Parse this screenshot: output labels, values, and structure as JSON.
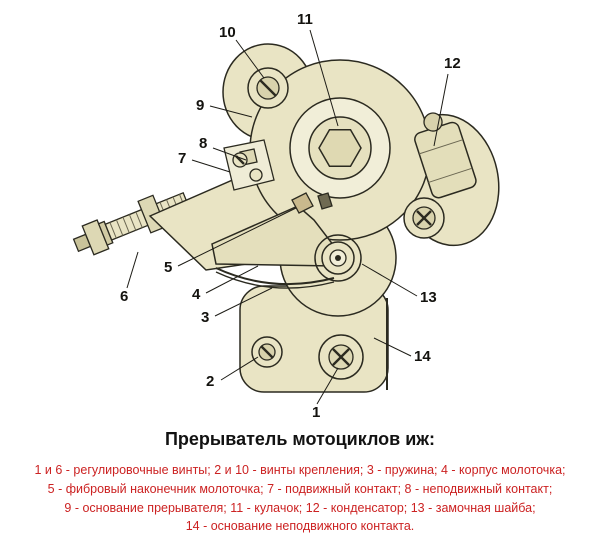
{
  "title": "Прерыватель мотоциклов иж:",
  "caption": {
    "color": "#cc2222",
    "lines": [
      "1 и 6 - регулировочные винты; 2 и 10 - винты крепления; 3 - пружина; 4 - корпус молоточка;",
      "5 - фибровый наконечник молоточка; 7 - подвижный контакт; 8 - неподвижный контакт;",
      "9 - основание прерывателя; 11 - кулачок; 12 - конденсатор; 13 - замочная шайба;",
      "14 - основание неподвижного контакта."
    ]
  },
  "diagram": {
    "parts_fill": "#e9e4c4",
    "labels": [
      "1",
      "2",
      "3",
      "4",
      "5",
      "6",
      "7",
      "8",
      "9",
      "10",
      "11",
      "12",
      "13",
      "14"
    ],
    "part_names": {
      "1": "регулировочный винт",
      "2": "винт крепления",
      "3": "пружина",
      "4": "корпус молоточка",
      "5": "фибровый наконечник молоточка",
      "6": "регулировочный винт",
      "7": "подвижный контакт",
      "8": "неподвижный контакт",
      "9": "основание прерывателя",
      "10": "винт крепления",
      "11": "кулачок",
      "12": "конденсатор",
      "13": "замочная шайба",
      "14": "основание неподвижного контакта"
    }
  }
}
